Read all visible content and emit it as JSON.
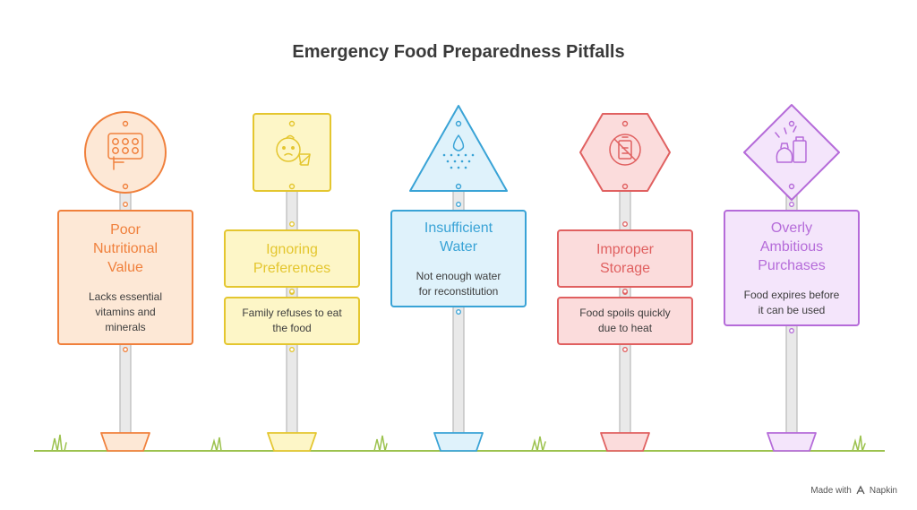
{
  "title": "Emergency Food Preparedness Pitfalls",
  "signs": [
    {
      "id": "poor-nutritional-value",
      "shape": "circle",
      "icon": "nutrition-pills-icon",
      "color": "#f0803c",
      "fill": "#fde8d6",
      "heading": [
        "Poor",
        "Nutritional",
        "Value"
      ],
      "description": [
        "Lacks essential",
        "vitamins and",
        "minerals"
      ]
    },
    {
      "id": "ignoring-preferences",
      "shape": "square",
      "icon": "baby-refusing-food-icon",
      "color": "#e4c62f",
      "fill": "#fdf6c7",
      "heading": [
        "Ignoring",
        "Preferences"
      ],
      "description": [
        "Family refuses to eat",
        "the food"
      ]
    },
    {
      "id": "insufficient-water",
      "shape": "triangle",
      "icon": "water-drop-icon",
      "color": "#39a3d6",
      "fill": "#dff2fb",
      "heading": [
        "Insufficient",
        "Water"
      ],
      "description": [
        "Not enough water",
        "for reconstitution"
      ]
    },
    {
      "id": "improper-storage",
      "shape": "hexagon",
      "icon": "no-storage-icon",
      "color": "#e06060",
      "fill": "#fbdcdc",
      "heading": [
        "Improper",
        "Storage"
      ],
      "description": [
        "Food spoils quickly",
        "due to heat"
      ]
    },
    {
      "id": "overly-ambitious-purchases",
      "shape": "diamond",
      "icon": "shopping-bags-icon",
      "color": "#b56bd9",
      "fill": "#f4e5fb",
      "heading": [
        "Overly",
        "Ambitious",
        "Purchases"
      ],
      "description": [
        "Food expires before",
        "it can be used"
      ]
    }
  ],
  "footer": {
    "made_with": "Made with",
    "brand": "Napkin"
  }
}
